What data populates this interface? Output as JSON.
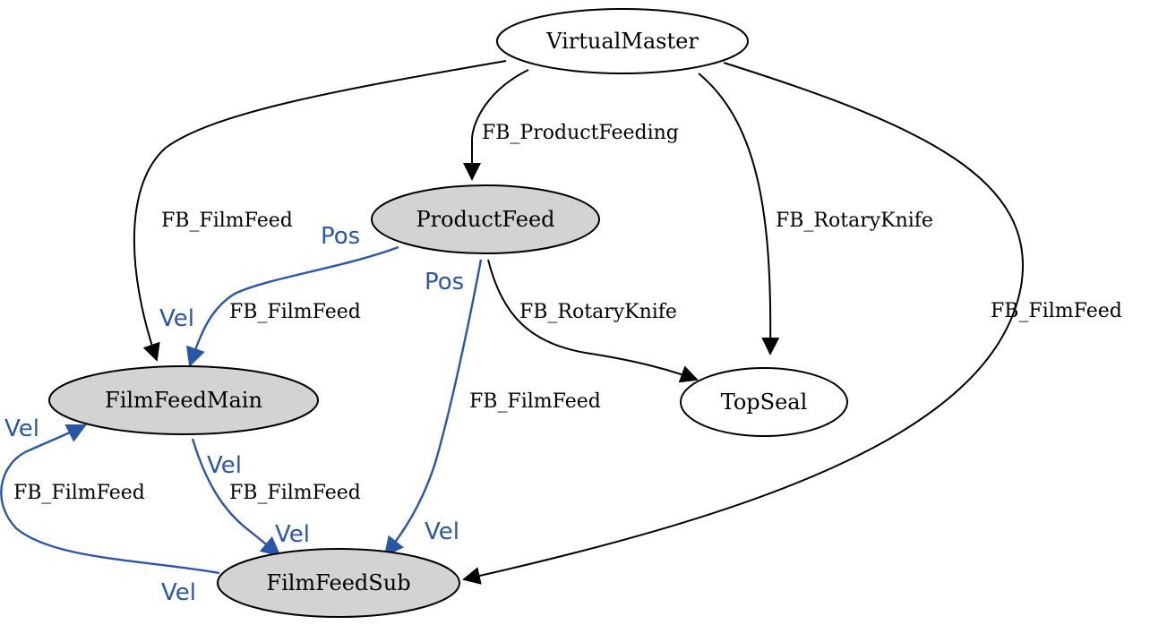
{
  "nodes": {
    "virtual_master": "VirtualMaster",
    "product_feed": "ProductFeed",
    "film_feed_main": "FilmFeedMain",
    "top_seal": "TopSeal",
    "film_feed_sub": "FilmFeedSub"
  },
  "node_styles": {
    "virtual_master": "white",
    "product_feed": "grey",
    "film_feed_main": "grey",
    "top_seal": "white",
    "film_feed_sub": "grey"
  },
  "colors": {
    "coupling_edge": "#000000",
    "port_edge": "#2a56a8",
    "slave_node_fill": "#d3d3d3",
    "master_node_fill": "#ffffff"
  },
  "edges": [
    {
      "from": "VirtualMaster",
      "to": "ProductFeed",
      "label": "FB_ProductFeeding"
    },
    {
      "from": "VirtualMaster",
      "to": "FilmFeedMain",
      "label": "FB_FilmFeed"
    },
    {
      "from": "VirtualMaster",
      "to": "TopSeal",
      "label": "FB_RotaryKnife"
    },
    {
      "from": "VirtualMaster",
      "to": "FilmFeedSub",
      "label": "FB_FilmFeed"
    },
    {
      "from": "ProductFeed",
      "to": "FilmFeedMain",
      "label": "FB_FilmFeed",
      "tail_port": "Pos",
      "head_port": "Vel"
    },
    {
      "from": "ProductFeed",
      "to": "TopSeal",
      "label": "FB_RotaryKnife"
    },
    {
      "from": "ProductFeed",
      "to": "FilmFeedSub",
      "label": "FB_FilmFeed",
      "tail_port": "Pos",
      "head_port": "Vel"
    },
    {
      "from": "FilmFeedMain",
      "to": "FilmFeedSub",
      "label": "FB_FilmFeed",
      "tail_port": "Vel",
      "head_port": "Vel"
    },
    {
      "from": "FilmFeedSub",
      "to": "FilmFeedMain",
      "label": "FB_FilmFeed",
      "tail_port": "Vel",
      "head_port": "Vel"
    }
  ]
}
